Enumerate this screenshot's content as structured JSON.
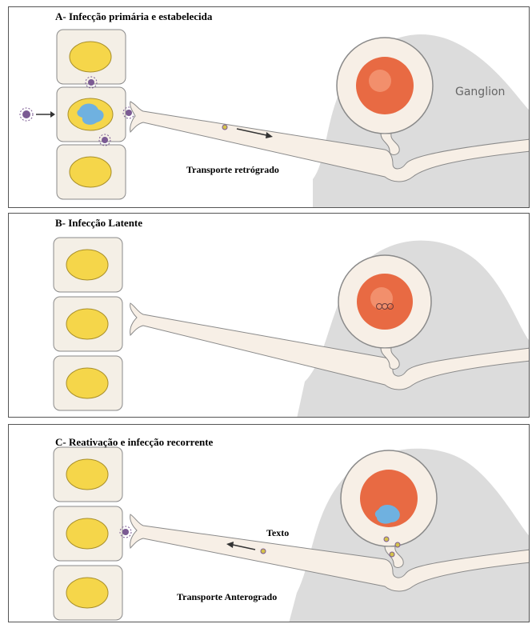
{
  "panels": [
    {
      "title": "A- Infecção primária e estabelecida",
      "ganglion_label": "Ganglion",
      "transport_label": "Transporte retrógrado"
    },
    {
      "title": "B- Infecção Latente"
    },
    {
      "title": "C- Reativação e infecção recorrente",
      "text_label": "Texto",
      "transport_label": "Transporte Anterogrado"
    }
  ],
  "colors": {
    "cell_fill": "#f4efe6",
    "nucleus": "#f5d64a",
    "neuron_nucleus": "#e86a43",
    "neuron_body": "#f7efe6",
    "ganglion_bg": "#d9d9d9",
    "virus": "#7b5a93",
    "infected_nucleus": "#6fb1e0"
  }
}
